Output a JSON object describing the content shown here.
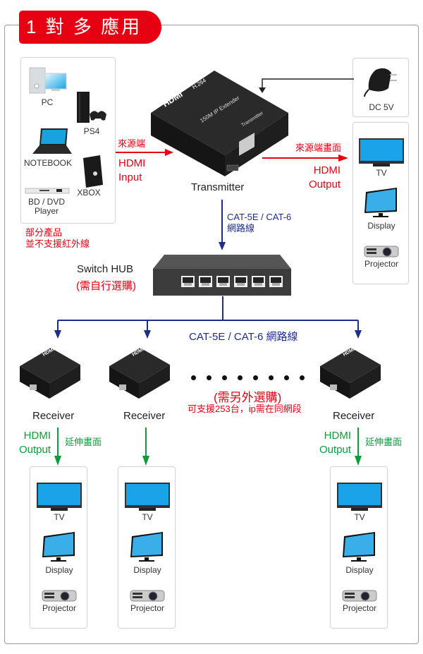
{
  "title": "1 對 多 應用",
  "sources": {
    "items": [
      {
        "label": "PC",
        "icon": "pc-icon"
      },
      {
        "label": "PS4",
        "icon": "ps4-icon"
      },
      {
        "label": "NOTEBOOK",
        "icon": "notebook-icon"
      },
      {
        "label": "XBOX",
        "icon": "xbox-icon"
      },
      {
        "label": "BD / DVD\nPlayer",
        "line1": "BD / DVD",
        "line2": "Player",
        "icon": "bd-dvd-player-icon"
      }
    ],
    "note_line1": "部分產品",
    "note_line2": "並不支援紅外線"
  },
  "input_arrow": {
    "label_cn": "來源端",
    "label_line1": "HDMI",
    "label_line2": "Input"
  },
  "transmitter": {
    "label": "Transmitter",
    "device_text": {
      "brand": "HDMI",
      "codec": "H.264",
      "model": "150M IP Extender",
      "role": "Transmitter"
    }
  },
  "power": {
    "label": "DC 5V",
    "icon": "power-adapter-icon"
  },
  "output_arrow": {
    "label_cn": "來源端畫面",
    "label_line1": "HDMI",
    "label_line2": "Output"
  },
  "local_displays": [
    {
      "label": "TV",
      "icon": "tv-icon"
    },
    {
      "label": "Display",
      "icon": "display-icon"
    },
    {
      "label": "Projector",
      "icon": "projector-icon"
    }
  ],
  "cable_to_hub": {
    "line1": "CAT-5E / CAT-6",
    "line2": "網路線"
  },
  "switch_hub": {
    "label": "Switch HUB",
    "note": "(需自行選購)",
    "ports": 6
  },
  "cable_to_receivers": {
    "label": "CAT-5E / CAT-6 網路線"
  },
  "extra_receivers": {
    "note": "(需另外選購)",
    "detail": "可支援253台，ip需在同網段"
  },
  "receivers": [
    {
      "label": "Receiver",
      "output_line1": "HDMI",
      "output_line2": "Output",
      "output_cn": "延伸畫面",
      "displays": [
        {
          "label": "TV"
        },
        {
          "label": "Display"
        },
        {
          "label": "Projector"
        }
      ]
    },
    {
      "label": "Receiver",
      "displays": [
        {
          "label": "TV"
        },
        {
          "label": "Display"
        },
        {
          "label": "Projector"
        }
      ]
    },
    {
      "label": "Receiver",
      "output_line1": "HDMI",
      "output_line2": "Output",
      "output_cn": "延伸畫面",
      "displays": [
        {
          "label": "TV"
        },
        {
          "label": "Display"
        },
        {
          "label": "Projector"
        }
      ]
    }
  ],
  "colors": {
    "accent_red": "#e60012",
    "cable_navy": "#1f2d8a",
    "output_green": "#0f9b3a",
    "device_black": "#1c1c1c"
  }
}
